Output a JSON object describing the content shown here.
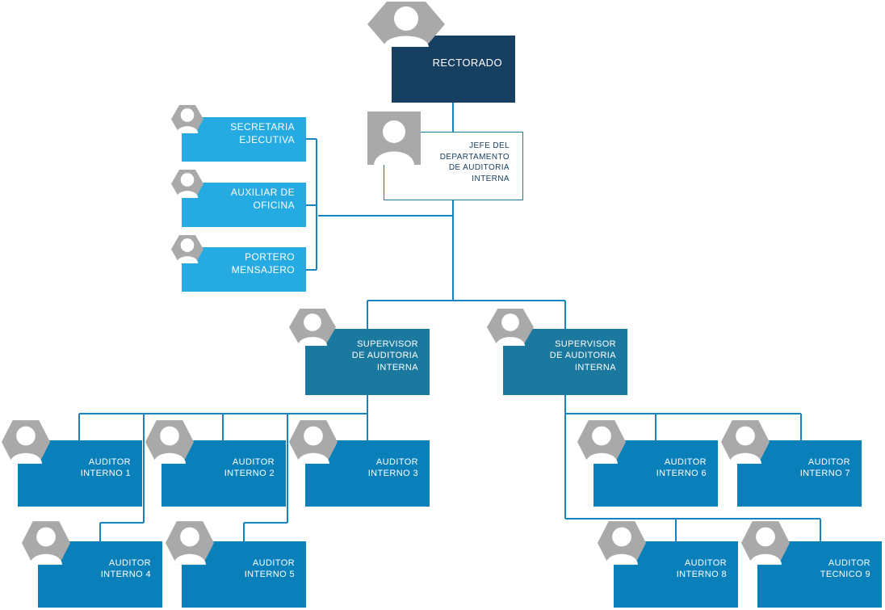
{
  "colors": {
    "navy": "#163f62",
    "sky": "#26aae2",
    "teal": "#1b79a0",
    "ocean": "#0a80bb",
    "connector": "#1584c0",
    "avatar_bg": "#a9a9a9"
  },
  "nodes": {
    "rectorado": "RECTORADO",
    "jefe": "JEFE DEL\nDEPARTAMENTO\nDE AUDITORIA\nINTERNA",
    "secretaria": "SECRETARIA\nEJECUTIVA",
    "auxiliar": "AUXILIAR DE\nOFICINA",
    "portero": "PORTERO\nMENSAJERO",
    "supervisor_1": "SUPERVISOR\nDE AUDITORIA\nINTERNA",
    "supervisor_2": "SUPERVISOR\nDE AUDITORIA\nINTERNA",
    "auditor_1": "AUDITOR\nINTERNO 1",
    "auditor_2": "AUDITOR\nINTERNO 2",
    "auditor_3": "AUDITOR\nINTERNO 3",
    "auditor_4": "AUDITOR\nINTERNO 4",
    "auditor_5": "AUDITOR\nINTERNO 5",
    "auditor_6": "AUDITOR\nINTERNO 6",
    "auditor_7": "AUDITOR\nINTERNO 7",
    "auditor_8": "AUDITOR\nINTERNO 8",
    "auditor_9": "AUDITOR\nTECNICO 9"
  }
}
